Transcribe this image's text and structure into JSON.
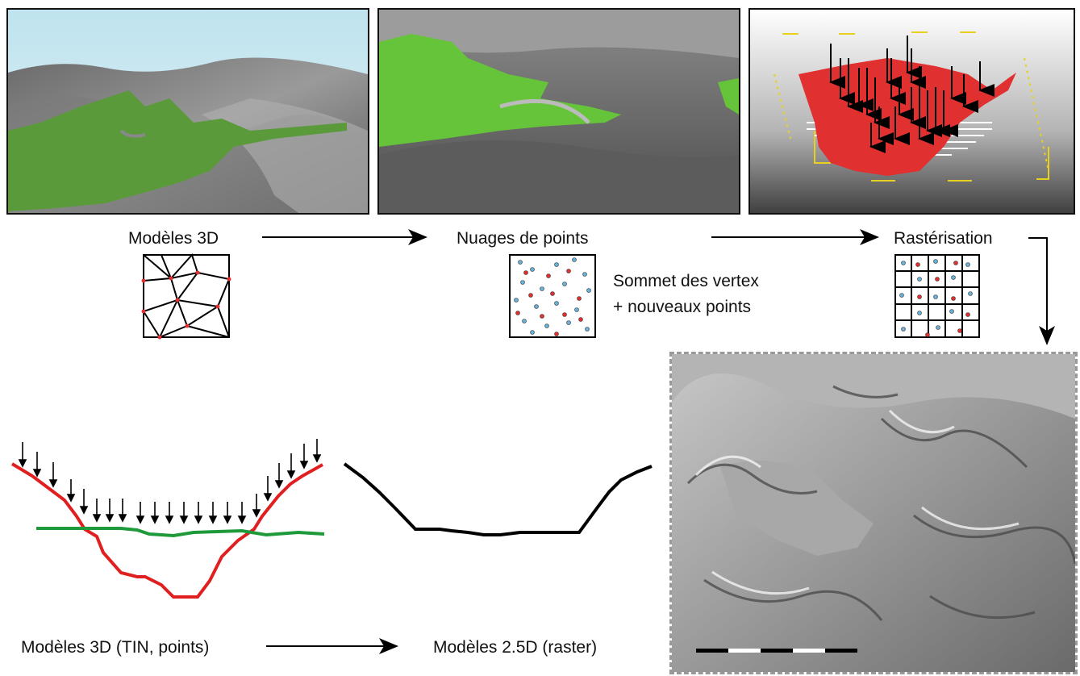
{
  "labels": {
    "modeles_3d": "Modèles 3D",
    "nuages_de_points": "Nuages de points",
    "rasterisation": "Rastérisation",
    "sommet_line1": "Sommet des vertex",
    "sommet_line2": "+ nouveaux points",
    "modeles_3d_tin": "Modèles 3D (TIN, points)",
    "modeles_25d": "Modèles 2.5D (raster)"
  },
  "colors": {
    "terrain_green": "#5a9a3a",
    "bright_green": "#66c43a",
    "point_red": "#e03030",
    "point_blue": "#6ab0d8",
    "profile_red": "#e02020",
    "profile_green": "#1e9a3a",
    "profile_black": "#000000",
    "frame_yellow": "#e8d020"
  },
  "icons": {
    "tin_mesh": "triangulated-mesh-icon",
    "point_cloud": "point-cloud-icon",
    "raster_grid": "raster-grid-icon"
  }
}
